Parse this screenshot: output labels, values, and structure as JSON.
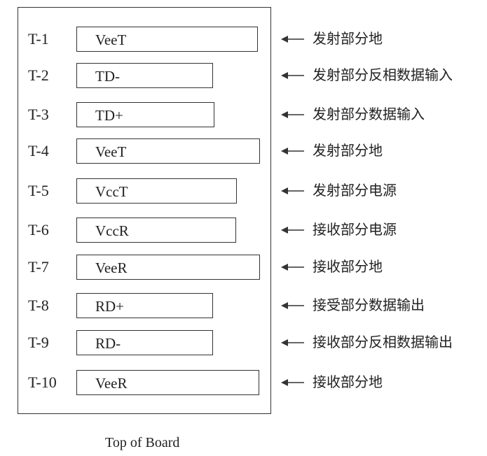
{
  "caption": "Top of Board",
  "arrow_icon": "left-arrow-icon",
  "pins": [
    {
      "id": "T-1",
      "signal": "VeeT",
      "description": "发射部分地"
    },
    {
      "id": "T-2",
      "signal": "TD-",
      "description": "发射部分反相数据输入"
    },
    {
      "id": "T-3",
      "signal": "TD+",
      "description": "发射部分数据输入"
    },
    {
      "id": "T-4",
      "signal": "VeeT",
      "description": "发射部分地"
    },
    {
      "id": "T-5",
      "signal": "VccT",
      "description": "发射部分电源"
    },
    {
      "id": "T-6",
      "signal": "VccR",
      "description": "接收部分电源"
    },
    {
      "id": "T-7",
      "signal": "VeeR",
      "description": "接收部分地"
    },
    {
      "id": "T-8",
      "signal": "RD+",
      "description": "接受部分数据输出"
    },
    {
      "id": "T-9",
      "signal": "RD-",
      "description": "接收部分反相数据输出"
    },
    {
      "id": "T-10",
      "signal": "VeeR",
      "description": "接收部分地"
    }
  ]
}
